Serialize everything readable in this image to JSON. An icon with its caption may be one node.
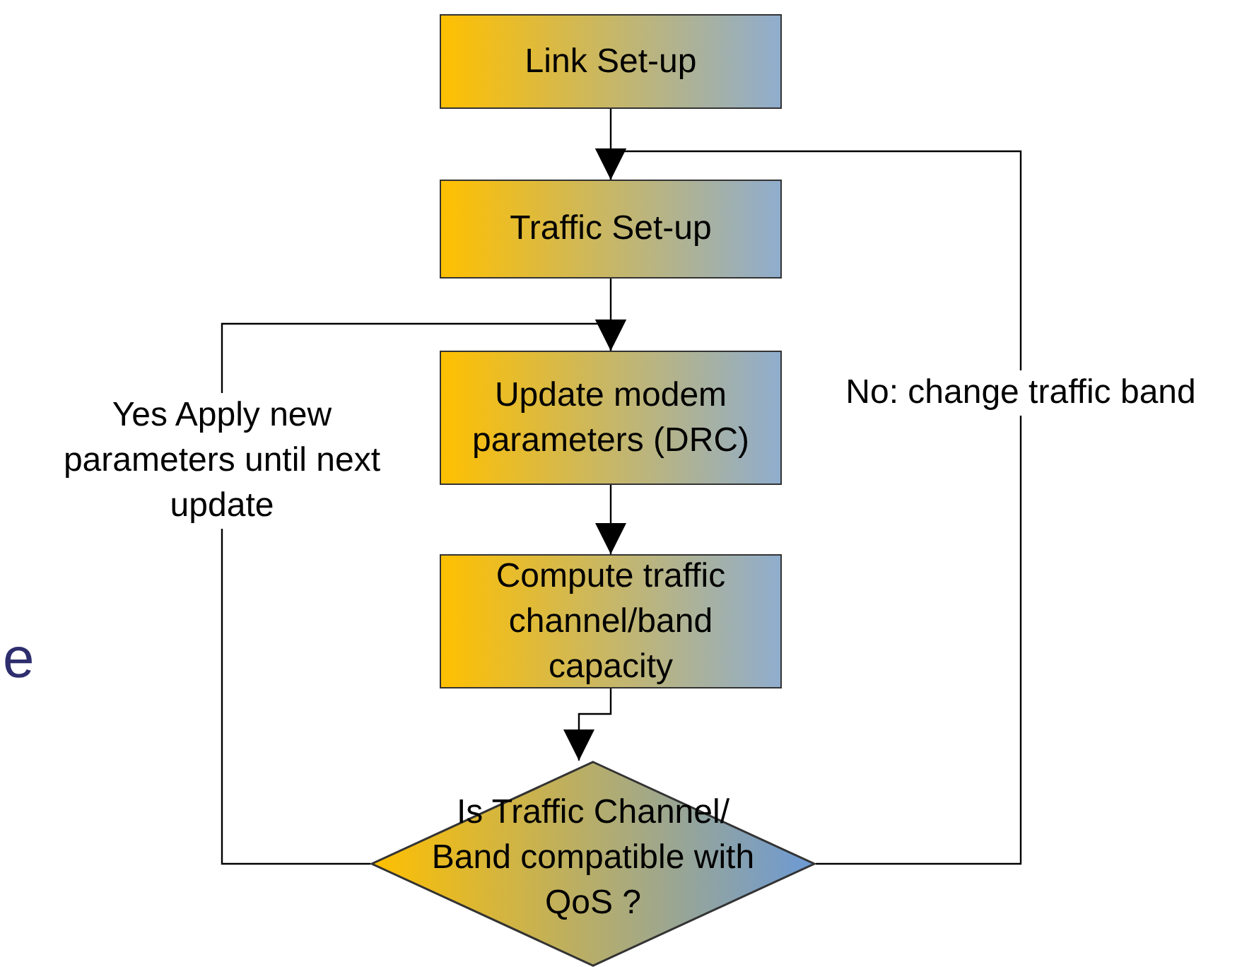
{
  "diagram": {
    "nodes": [
      {
        "text": [
          "Link Set-up"
        ]
      },
      {
        "text": [
          "Traffic Set-up"
        ]
      },
      {
        "text": [
          "Update modem parameters (DRC)"
        ]
      },
      {
        "text": [
          "Compute traffic channel/band capacity"
        ]
      },
      {
        "text": [
          "Is Traffic Channel/ Band compatible with QoS ?"
        ]
      }
    ],
    "edges": [
      {
        "from": 0,
        "to": 1,
        "arrow": "to"
      },
      {
        "from": 1,
        "to": 2,
        "arrow": "to"
      },
      {
        "from": 2,
        "to": 3,
        "arrow": "to"
      },
      {
        "from": 3,
        "to": 4,
        "arrow": "to"
      },
      {
        "from": 4,
        "to": 2,
        "arrow": "to",
        "label": "Yes Apply new parameters until next update"
      },
      {
        "from": 4,
        "to": 1,
        "arrow": "to",
        "label": "No: change traffic band"
      }
    ],
    "labels": [
      "e"
    ]
  }
}
